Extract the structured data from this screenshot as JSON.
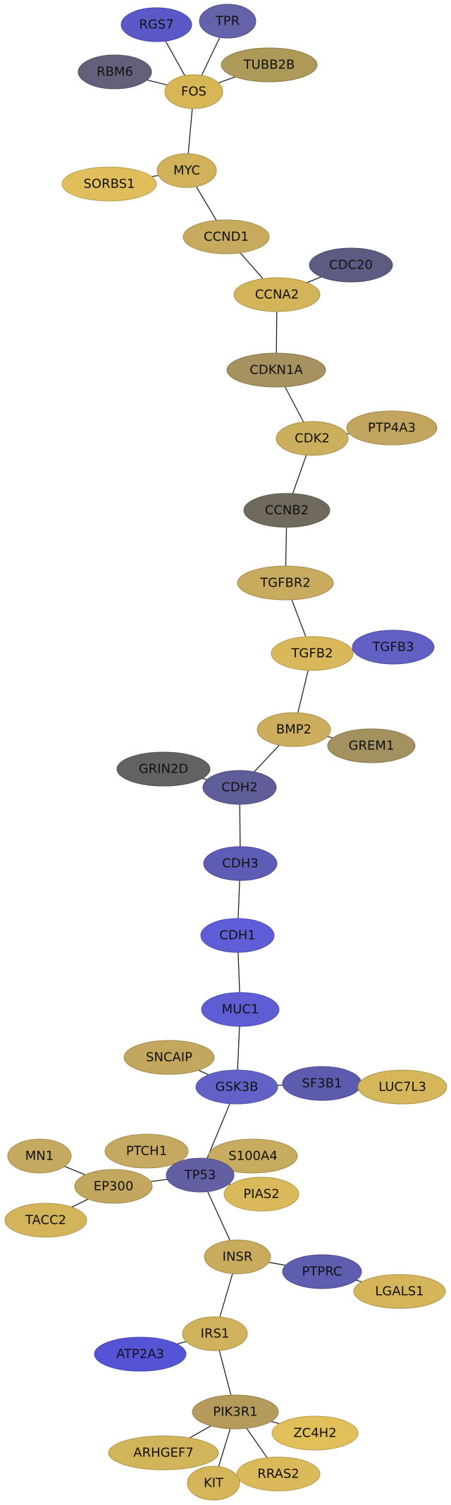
{
  "nodes": [
    {
      "id": "RGS7",
      "color": "#5b58c8"
    },
    {
      "id": "TPR",
      "color": "#6462a8"
    },
    {
      "id": "RBM6",
      "color": "#62607a"
    },
    {
      "id": "TUBB2B",
      "color": "#ad9958"
    },
    {
      "id": "FOS",
      "color": "#d7b656"
    },
    {
      "id": "MYC",
      "color": "#d1b25a"
    },
    {
      "id": "SORBS1",
      "color": "#e0be5c"
    },
    {
      "id": "CCND1",
      "color": "#c7aa5e"
    },
    {
      "id": "CDC20",
      "color": "#5c5c82"
    },
    {
      "id": "CCNA2",
      "color": "#d3b45a"
    },
    {
      "id": "CDKN1A",
      "color": "#a69260"
    },
    {
      "id": "CDK2",
      "color": "#ccaf5c"
    },
    {
      "id": "PTP4A3",
      "color": "#c2a660"
    },
    {
      "id": "CCNB2",
      "color": "#706a5e"
    },
    {
      "id": "TGFBR2",
      "color": "#c8ab5e"
    },
    {
      "id": "TGFB2",
      "color": "#d8b85a"
    },
    {
      "id": "TGFB3",
      "color": "#6360c4"
    },
    {
      "id": "BMP2",
      "color": "#cdad5e"
    },
    {
      "id": "GREM1",
      "color": "#a39160"
    },
    {
      "id": "GRIN2D",
      "color": "#626262"
    },
    {
      "id": "CDH2",
      "color": "#5f5e98"
    },
    {
      "id": "CDH3",
      "color": "#5e5cb4"
    },
    {
      "id": "CDH1",
      "color": "#5f5dd8"
    },
    {
      "id": "MUC1",
      "color": "#5f5dd4"
    },
    {
      "id": "SNCAIP",
      "color": "#c3a75f"
    },
    {
      "id": "GSK3B",
      "color": "#6261c8"
    },
    {
      "id": "SF3B1",
      "color": "#5d5bae"
    },
    {
      "id": "LUC7L3",
      "color": "#d6b65a"
    },
    {
      "id": "MN1",
      "color": "#c5a960"
    },
    {
      "id": "PTCH1",
      "color": "#c5a961"
    },
    {
      "id": "S100A4",
      "color": "#c7ab5f"
    },
    {
      "id": "EP300",
      "color": "#c3a75e"
    },
    {
      "id": "TP53",
      "color": "#6260a2"
    },
    {
      "id": "PIAS2",
      "color": "#d9b95a"
    },
    {
      "id": "TACC2",
      "color": "#d3b45a"
    },
    {
      "id": "INSR",
      "color": "#c9ab5e"
    },
    {
      "id": "PTPRC",
      "color": "#5f5db0"
    },
    {
      "id": "LGALS1",
      "color": "#d5b55a"
    },
    {
      "id": "IRS1",
      "color": "#d0b15c"
    },
    {
      "id": "ATP2A3",
      "color": "#5654d6"
    },
    {
      "id": "PIK3R1",
      "color": "#b49b5c"
    },
    {
      "id": "ZC4H2",
      "color": "#e1bf5a"
    },
    {
      "id": "ARHGEF7",
      "color": "#d2b45a"
    },
    {
      "id": "KIT",
      "color": "#d5b55a"
    },
    {
      "id": "RRAS2",
      "color": "#d9b95a"
    }
  ],
  "edges": [
    [
      "RGS7",
      "FOS"
    ],
    [
      "TPR",
      "FOS"
    ],
    [
      "RBM6",
      "FOS"
    ],
    [
      "TUBB2B",
      "FOS"
    ],
    [
      "FOS",
      "MYC"
    ],
    [
      "MYC",
      "SORBS1"
    ],
    [
      "MYC",
      "CCND1"
    ],
    [
      "CCND1",
      "CCNA2"
    ],
    [
      "CDC20",
      "CCNA2"
    ],
    [
      "CCNA2",
      "CDKN1A"
    ],
    [
      "CDKN1A",
      "CDK2"
    ],
    [
      "CDK2",
      "PTP4A3"
    ],
    [
      "CDK2",
      "CCNB2"
    ],
    [
      "CCNB2",
      "TGFBR2"
    ],
    [
      "TGFBR2",
      "TGFB2"
    ],
    [
      "TGFB2",
      "TGFB3"
    ],
    [
      "TGFB2",
      "BMP2"
    ],
    [
      "BMP2",
      "GREM1"
    ],
    [
      "BMP2",
      "CDH2"
    ],
    [
      "GRIN2D",
      "CDH2"
    ],
    [
      "CDH2",
      "CDH3"
    ],
    [
      "CDH3",
      "CDH1"
    ],
    [
      "CDH1",
      "MUC1"
    ],
    [
      "MUC1",
      "GSK3B"
    ],
    [
      "SNCAIP",
      "GSK3B"
    ],
    [
      "GSK3B",
      "SF3B1"
    ],
    [
      "SF3B1",
      "LUC7L3"
    ],
    [
      "GSK3B",
      "TP53"
    ],
    [
      "MN1",
      "EP300"
    ],
    [
      "EP300",
      "TP53"
    ],
    [
      "TACC2",
      "EP300"
    ],
    [
      "TP53",
      "S100A4"
    ],
    [
      "TP53",
      "PIAS2"
    ],
    [
      "TP53",
      "INSR"
    ],
    [
      "INSR",
      "PTPRC"
    ],
    [
      "PTPRC",
      "LGALS1"
    ],
    [
      "INSR",
      "IRS1"
    ],
    [
      "ATP2A3",
      "IRS1"
    ],
    [
      "IRS1",
      "PIK3R1"
    ],
    [
      "PIK3R1",
      "ZC4H2"
    ],
    [
      "PIK3R1",
      "ARHGEF7"
    ],
    [
      "PIK3R1",
      "KIT"
    ],
    [
      "PIK3R1",
      "RRAS2"
    ]
  ]
}
